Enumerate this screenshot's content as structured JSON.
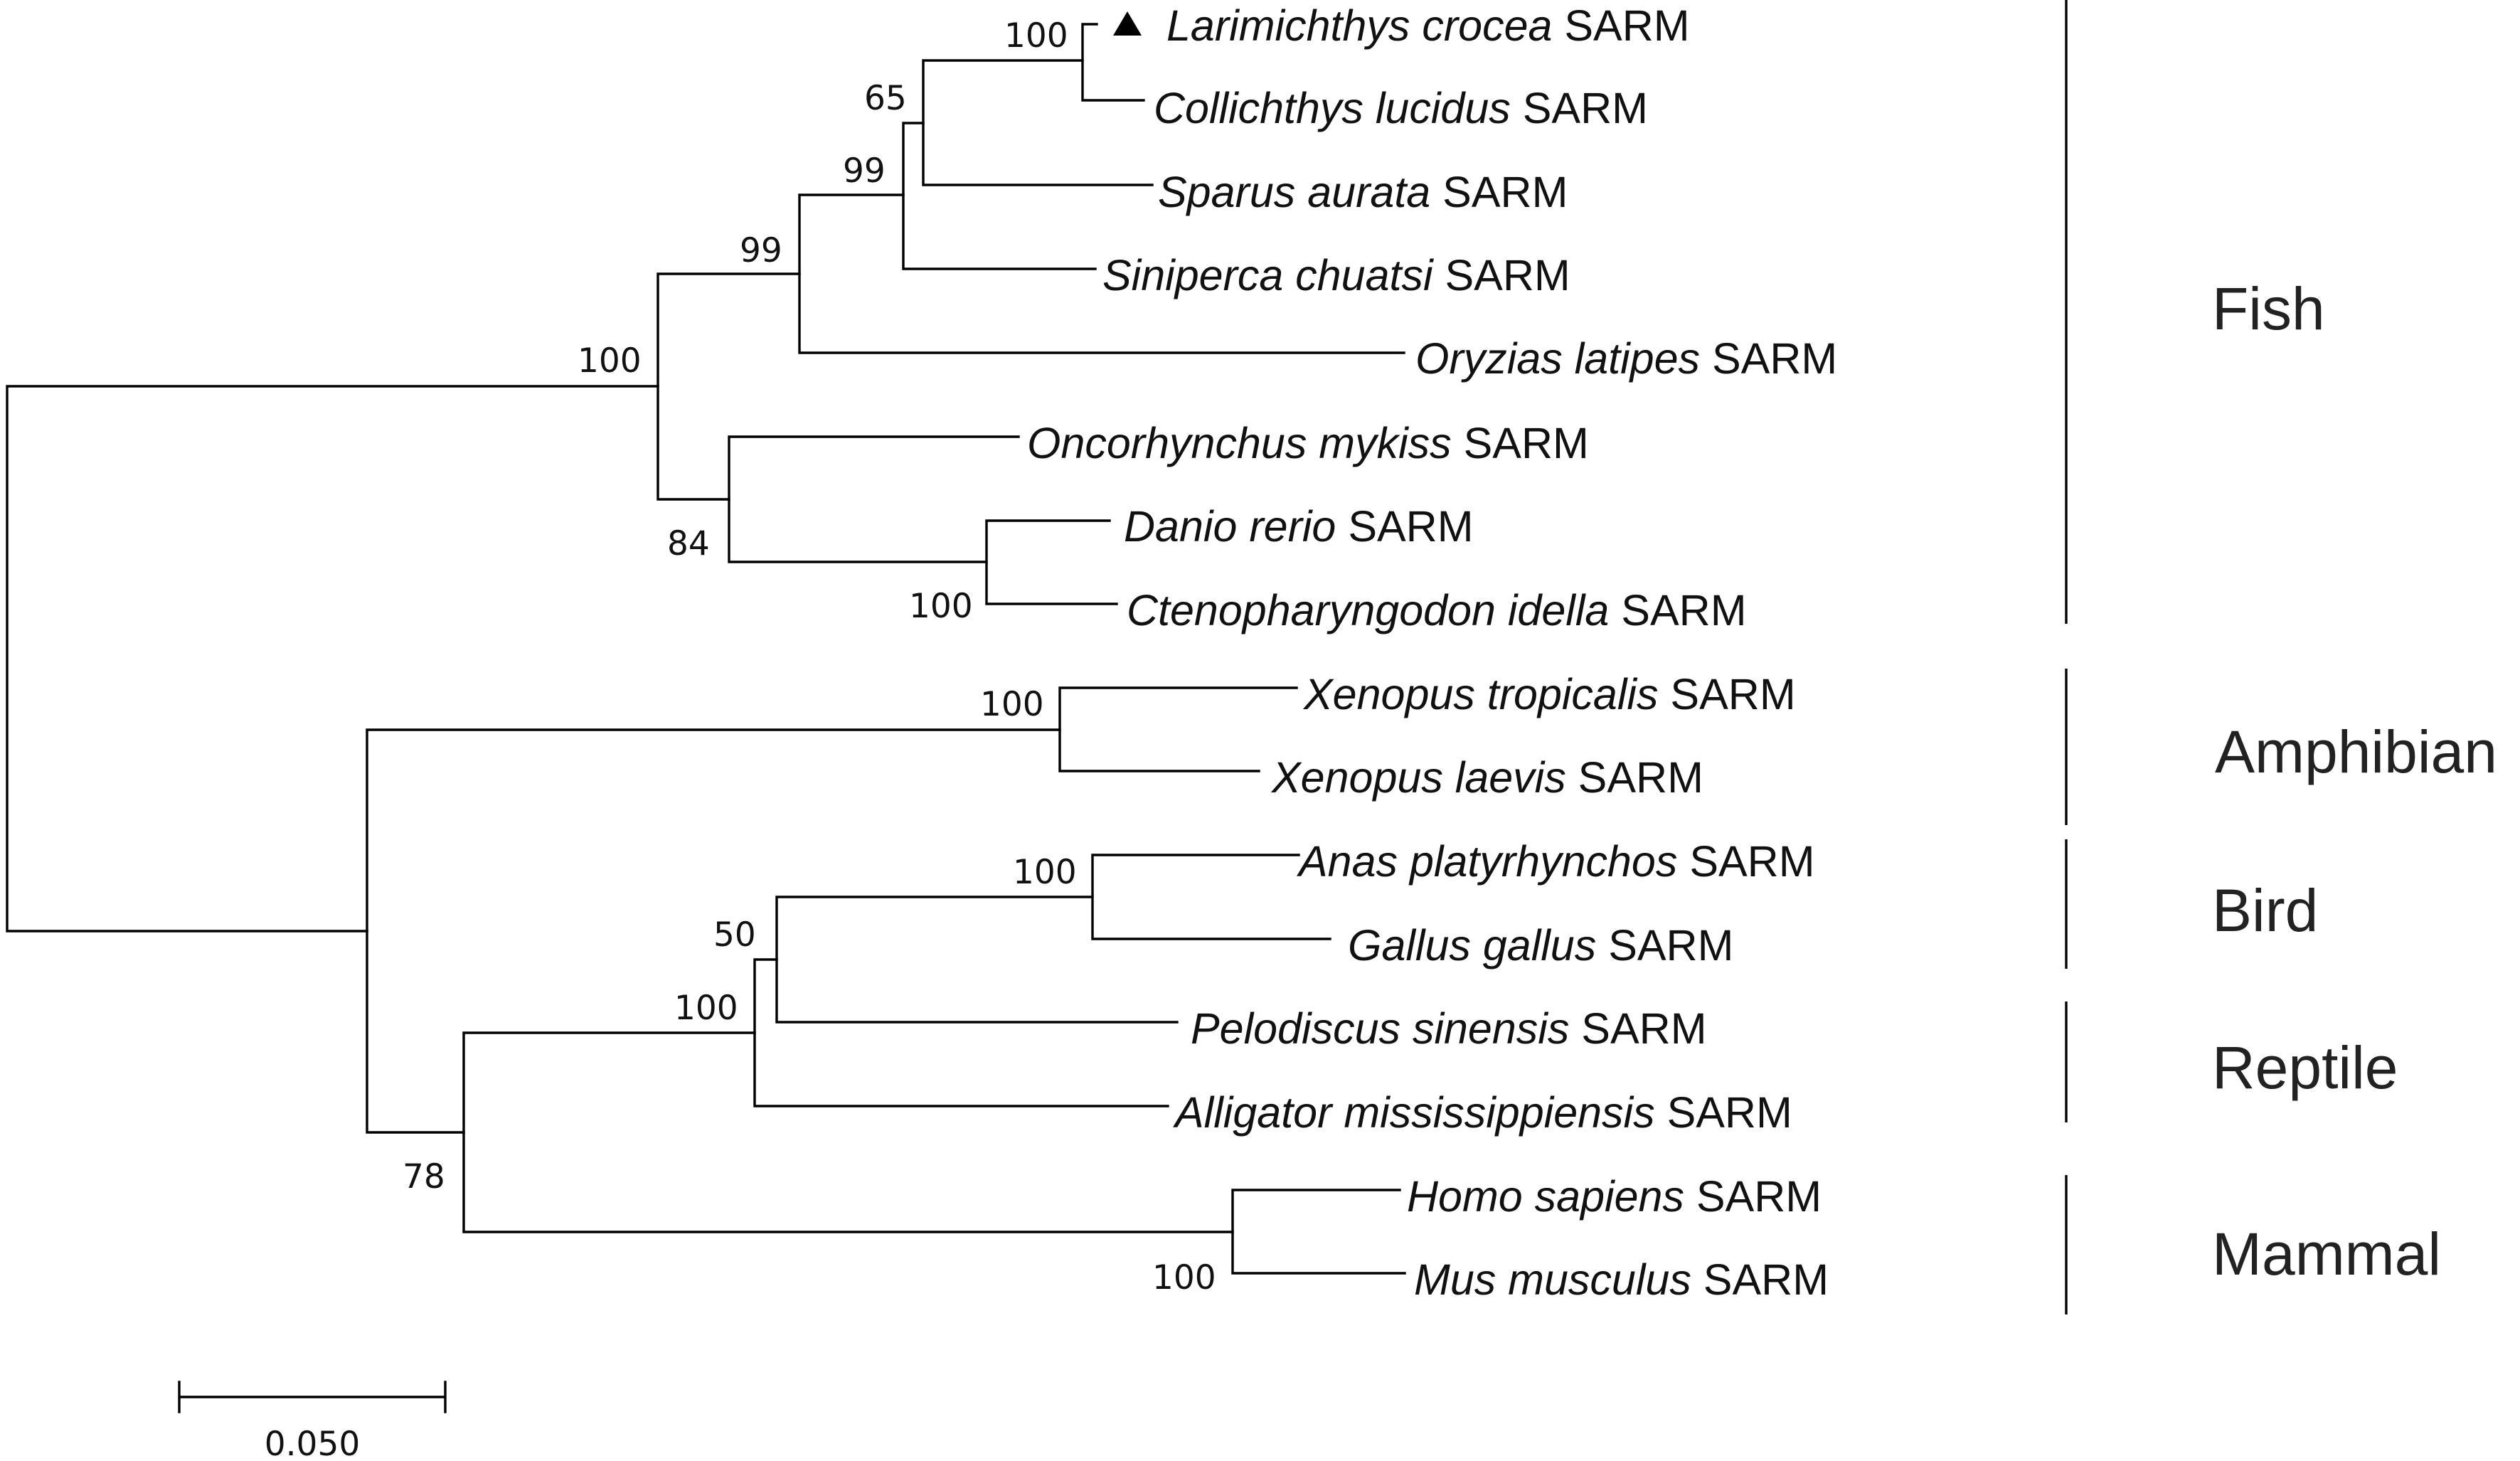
{
  "taxa": [
    {
      "species": "Larimichthys crocea",
      "suffix": "SARM",
      "marker": "▲"
    },
    {
      "species": "Collichthys lucidus",
      "suffix": "SARM"
    },
    {
      "species": "Sparus aurata",
      "suffix": "SARM"
    },
    {
      "species": "Siniperca chuatsi",
      "suffix": "SARM"
    },
    {
      "species": "Oryzias latipes",
      "suffix": "SARM"
    },
    {
      "species": "Oncorhynchus mykiss",
      "suffix": "SARM"
    },
    {
      "species": "Danio rerio",
      "suffix": "SARM"
    },
    {
      "species": "Ctenopharyngodon idella",
      "suffix": "SARM"
    },
    {
      "species": "Xenopus tropicalis",
      "suffix": "SARM"
    },
    {
      "species": "Xenopus laevis",
      "suffix": "SARM"
    },
    {
      "species": "Anas platyrhynchos",
      "suffix": "SARM"
    },
    {
      "species": "Gallus gallus",
      "suffix": "SARM"
    },
    {
      "species": "Pelodiscus sinensis",
      "suffix": "SARM"
    },
    {
      "species": "Alligator mississippiensis",
      "suffix": "SARM"
    },
    {
      "species": "Homo sapiens",
      "suffix": "SARM"
    },
    {
      "species": "Mus musculus",
      "suffix": "SARM"
    }
  ],
  "bootstrap": [
    "100",
    "65",
    "99",
    "99",
    "100",
    "84",
    "100",
    "100",
    "100",
    "50",
    "100",
    "78",
    "100"
  ],
  "groups": [
    "Fish",
    "Amphibian",
    "Bird",
    "Reptile",
    "Mammal"
  ],
  "scale_bar": {
    "label": "0.050",
    "value": 0.05
  }
}
